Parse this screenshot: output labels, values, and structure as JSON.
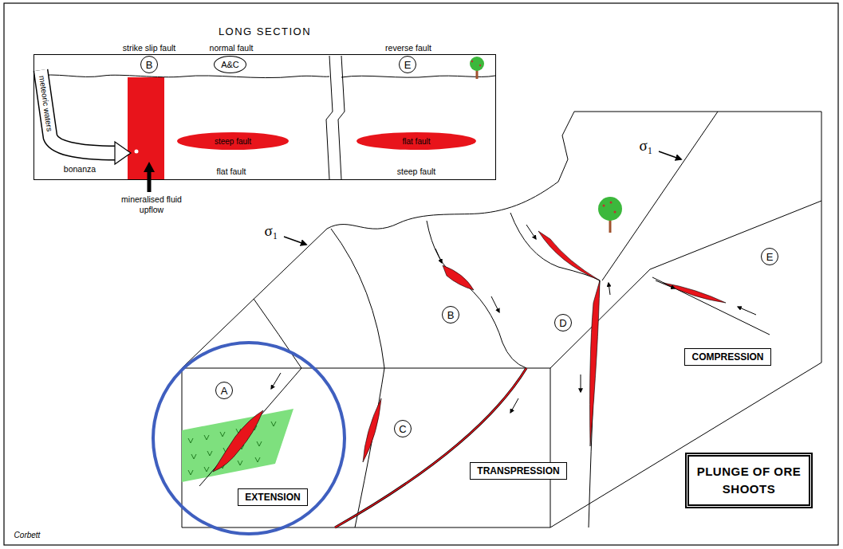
{
  "diagram": {
    "nodes": [
      {
        "text": [
          "LONG SECTION"
        ]
      },
      {
        "text": [
          "B"
        ],
        "in": 0
      },
      {
        "text": [
          "A&C"
        ],
        "in": 0
      },
      {
        "text": [
          "E"
        ],
        "in": 0
      },
      {
        "text": [
          "steep fault"
        ],
        "in": 0
      },
      {
        "text": [
          "flat fault"
        ],
        "in": 0
      },
      {
        "text": [
          "A"
        ]
      },
      {
        "text": [
          "B"
        ]
      },
      {
        "text": [
          "D"
        ]
      },
      {
        "text": [
          "C"
        ]
      },
      {
        "text": [
          "E"
        ]
      },
      {
        "text": [
          "EXTENSION"
        ]
      },
      {
        "text": [
          "TRANSPRESSION"
        ]
      },
      {
        "text": [
          "COMPRESSION"
        ]
      },
      {
        "text": [
          "PLUNGE OF ORE SHOOTS"
        ]
      }
    ],
    "labels": [
      "strike slip fault",
      "normal fault",
      "reverse fault",
      "meteoric waters",
      "bonanza",
      "mineralised fluid upflow",
      "flat fault",
      "steep fault",
      "σ₁",
      "σ₁",
      "Corbett"
    ]
  }
}
